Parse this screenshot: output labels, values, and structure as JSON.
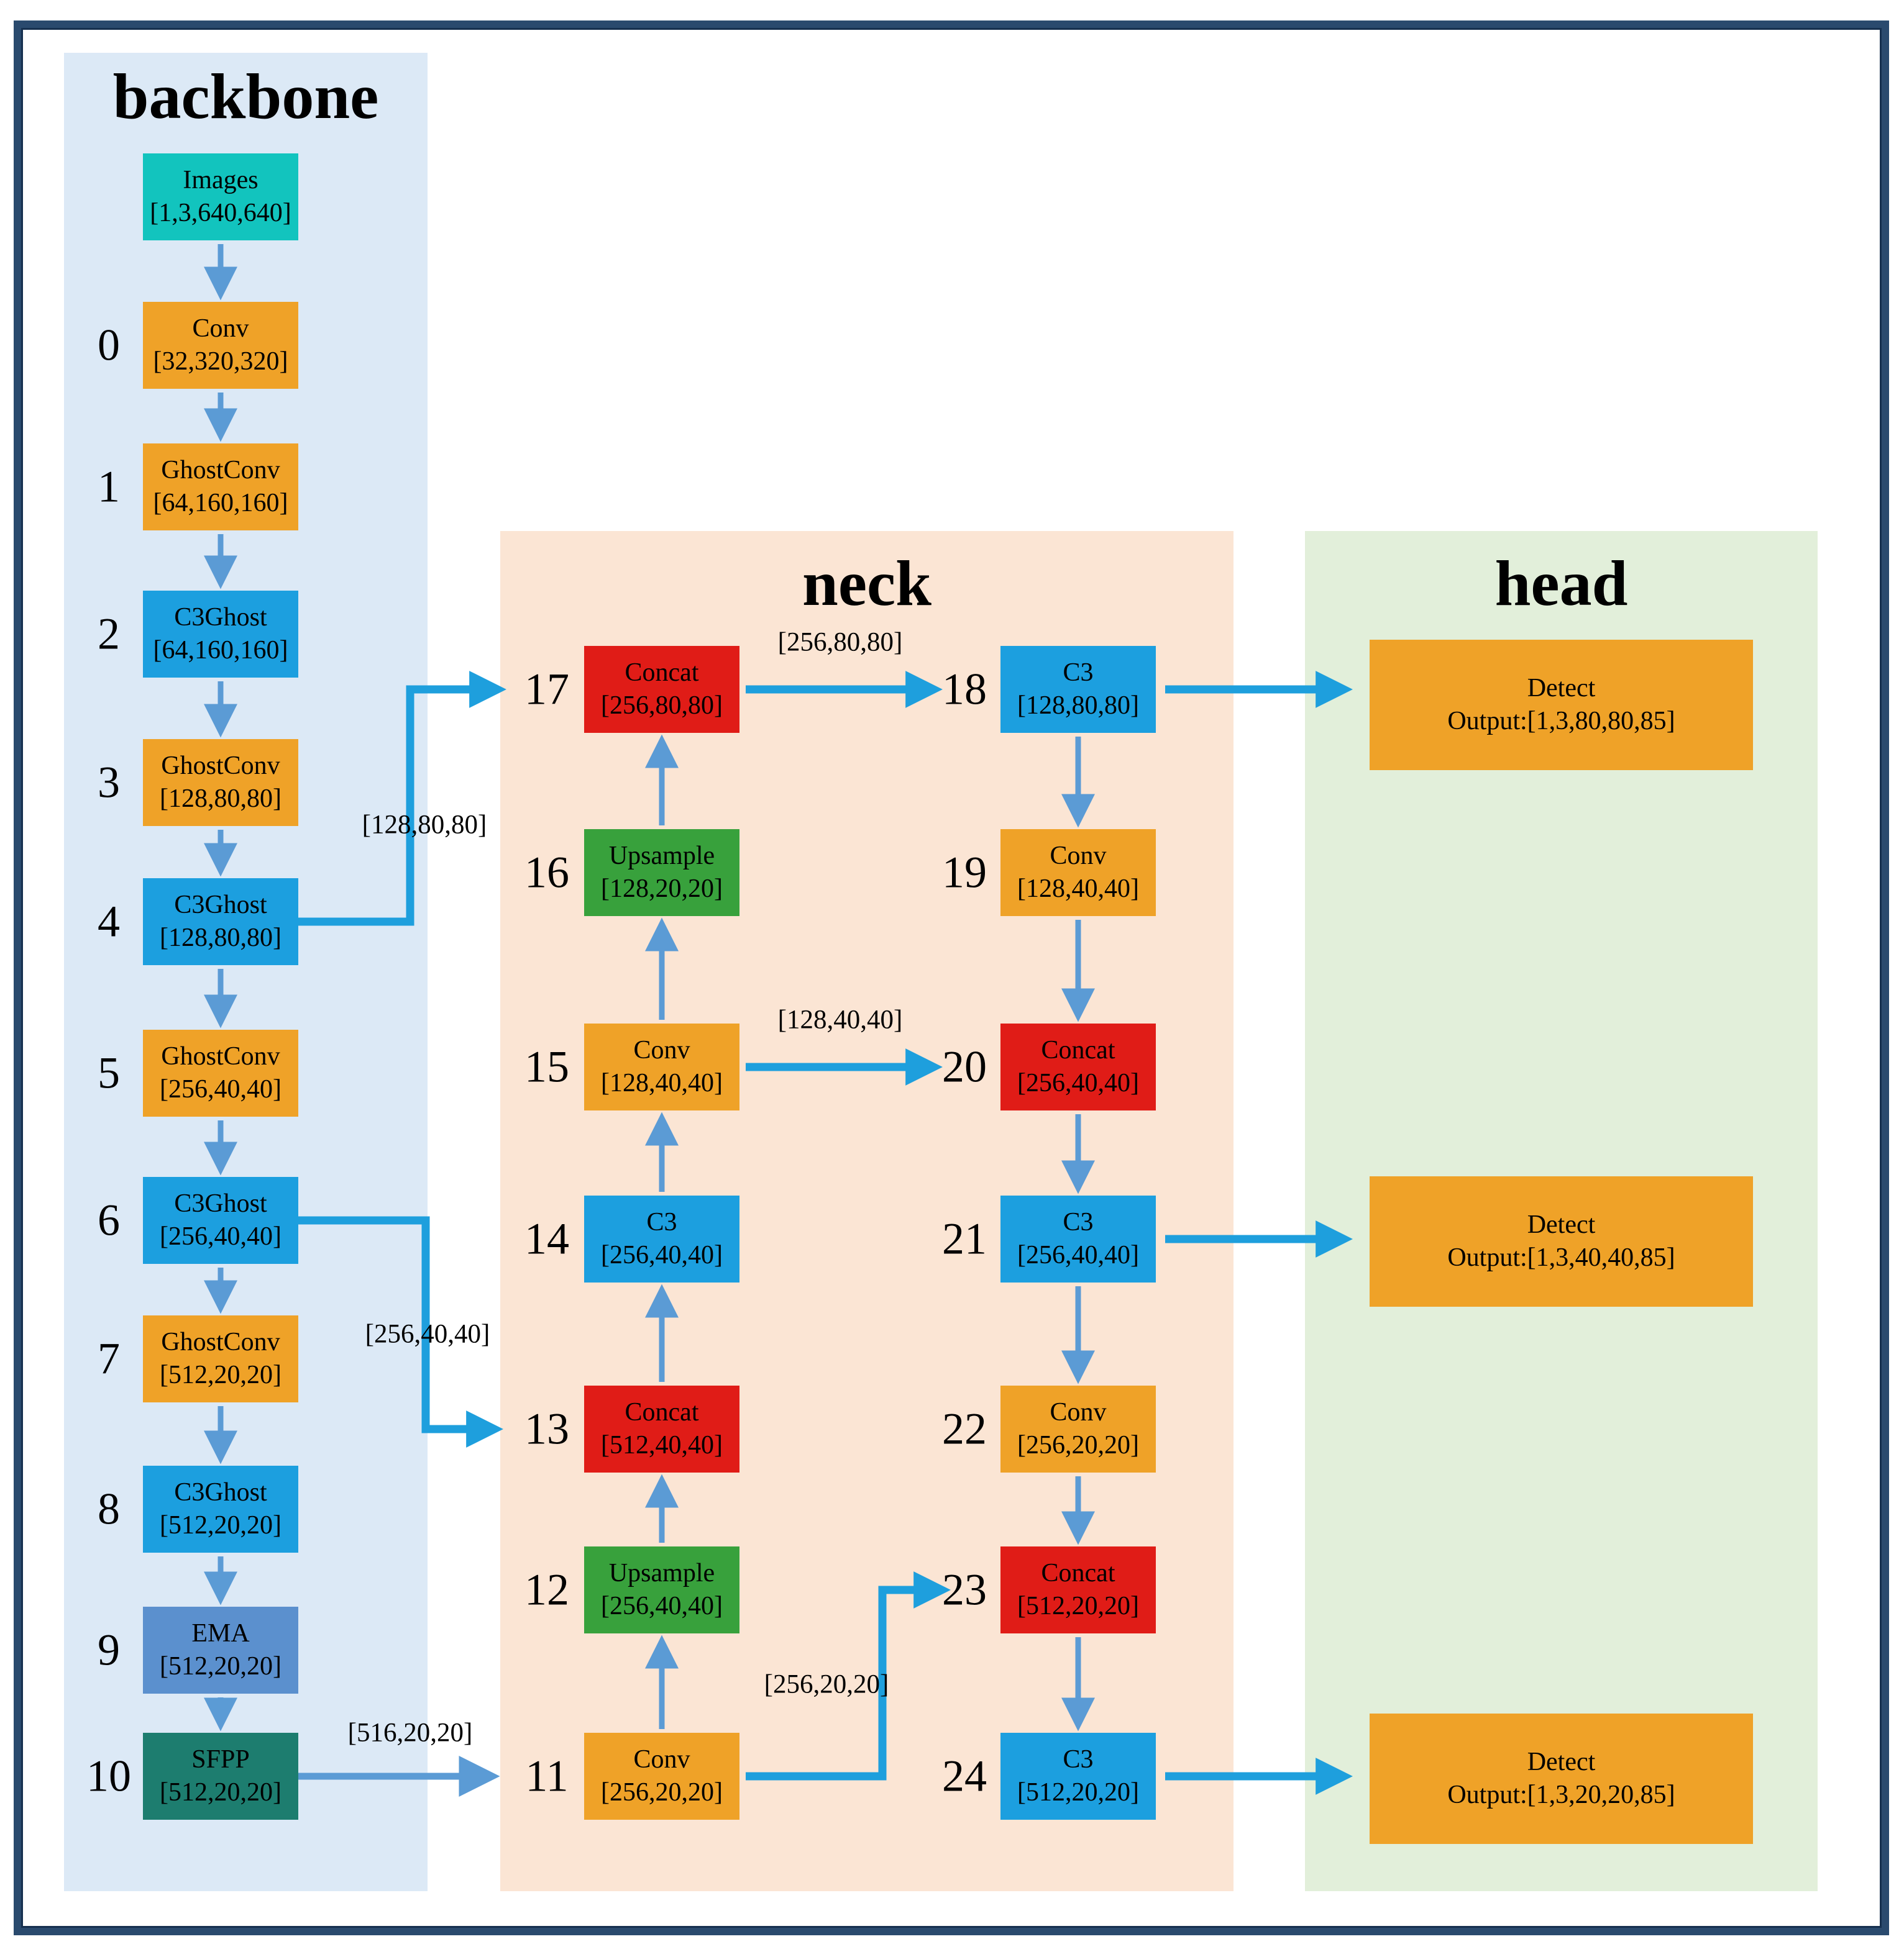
{
  "diagram": {
    "sections": [
      {
        "id": "backbone",
        "title": "backbone"
      },
      {
        "id": "neck",
        "title": "neck"
      },
      {
        "id": "head",
        "title": "head"
      }
    ],
    "nodes": [
      {
        "id": "images",
        "num": "",
        "label": "Images",
        "dims": "[1,3,640,640]",
        "type": "input"
      },
      {
        "id": "n0",
        "num": "0",
        "label": "Conv",
        "dims": "[32,320,320]",
        "type": "conv"
      },
      {
        "id": "n1",
        "num": "1",
        "label": "GhostConv",
        "dims": "[64,160,160]",
        "type": "conv"
      },
      {
        "id": "n2",
        "num": "2",
        "label": "C3Ghost",
        "dims": "[64,160,160]",
        "type": "c3"
      },
      {
        "id": "n3",
        "num": "3",
        "label": "GhostConv",
        "dims": "[128,80,80]",
        "type": "conv"
      },
      {
        "id": "n4",
        "num": "4",
        "label": "C3Ghost",
        "dims": "[128,80,80]",
        "type": "c3"
      },
      {
        "id": "n5",
        "num": "5",
        "label": "GhostConv",
        "dims": "[256,40,40]",
        "type": "conv"
      },
      {
        "id": "n6",
        "num": "6",
        "label": "C3Ghost",
        "dims": "[256,40,40]",
        "type": "c3"
      },
      {
        "id": "n7",
        "num": "7",
        "label": "GhostConv",
        "dims": "[512,20,20]",
        "type": "conv"
      },
      {
        "id": "n8",
        "num": "8",
        "label": "C3Ghost",
        "dims": "[512,20,20]",
        "type": "c3"
      },
      {
        "id": "n9",
        "num": "9",
        "label": "EMA",
        "dims": "[512,20,20]",
        "type": "ema"
      },
      {
        "id": "n10",
        "num": "10",
        "label": "SFPP",
        "dims": "[512,20,20]",
        "type": "sfpp"
      },
      {
        "id": "n11",
        "num": "11",
        "label": "Conv",
        "dims": "[256,20,20]",
        "type": "conv"
      },
      {
        "id": "n12",
        "num": "12",
        "label": "Upsample",
        "dims": "[256,40,40]",
        "type": "upsample"
      },
      {
        "id": "n13",
        "num": "13",
        "label": "Concat",
        "dims": "[512,40,40]",
        "type": "concat"
      },
      {
        "id": "n14",
        "num": "14",
        "label": "C3",
        "dims": "[256,40,40]",
        "type": "c3"
      },
      {
        "id": "n15",
        "num": "15",
        "label": "Conv",
        "dims": "[128,40,40]",
        "type": "conv"
      },
      {
        "id": "n16",
        "num": "16",
        "label": "Upsample",
        "dims": "[128,20,20]",
        "type": "upsample"
      },
      {
        "id": "n17",
        "num": "17",
        "label": "Concat",
        "dims": "[256,80,80]",
        "type": "concat"
      },
      {
        "id": "n18",
        "num": "18",
        "label": "C3",
        "dims": "[128,80,80]",
        "type": "c3"
      },
      {
        "id": "n19",
        "num": "19",
        "label": "Conv",
        "dims": "[128,40,40]",
        "type": "conv"
      },
      {
        "id": "n20",
        "num": "20",
        "label": "Concat",
        "dims": "[256,40,40]",
        "type": "concat"
      },
      {
        "id": "n21",
        "num": "21",
        "label": "C3",
        "dims": "[256,40,40]",
        "type": "c3"
      },
      {
        "id": "n22",
        "num": "22",
        "label": "Conv",
        "dims": "[256,20,20]",
        "type": "conv"
      },
      {
        "id": "n23",
        "num": "23",
        "label": "Concat",
        "dims": "[512,20,20]",
        "type": "concat"
      },
      {
        "id": "n24",
        "num": "24",
        "label": "C3",
        "dims": "[512,20,20]",
        "type": "c3"
      },
      {
        "id": "d80",
        "num": "",
        "label": "Detect",
        "dims": "Output:[1,3,80,80,85]",
        "type": "detect"
      },
      {
        "id": "d40",
        "num": "",
        "label": "Detect",
        "dims": "Output:[1,3,40,40,85]",
        "type": "detect"
      },
      {
        "id": "d20",
        "num": "",
        "label": "Detect",
        "dims": "Output:[1,3,20,20,85]",
        "type": "detect"
      }
    ],
    "edges": [
      {
        "id": "e-img-0",
        "from": "images",
        "to": "n0",
        "kind": "down",
        "label": ""
      },
      {
        "id": "e0-1",
        "from": "n0",
        "to": "n1",
        "kind": "down",
        "label": ""
      },
      {
        "id": "e1-2",
        "from": "n1",
        "to": "n2",
        "kind": "down",
        "label": ""
      },
      {
        "id": "e2-3",
        "from": "n2",
        "to": "n3",
        "kind": "down",
        "label": ""
      },
      {
        "id": "e3-4",
        "from": "n3",
        "to": "n4",
        "kind": "down",
        "label": ""
      },
      {
        "id": "e4-5",
        "from": "n4",
        "to": "n5",
        "kind": "down",
        "label": ""
      },
      {
        "id": "e5-6",
        "from": "n5",
        "to": "n6",
        "kind": "down",
        "label": ""
      },
      {
        "id": "e6-7",
        "from": "n6",
        "to": "n7",
        "kind": "down",
        "label": ""
      },
      {
        "id": "e7-8",
        "from": "n7",
        "to": "n8",
        "kind": "down",
        "label": ""
      },
      {
        "id": "e8-9",
        "from": "n8",
        "to": "n9",
        "kind": "down",
        "label": ""
      },
      {
        "id": "e9-10",
        "from": "n9",
        "to": "n10",
        "kind": "down",
        "label": ""
      },
      {
        "id": "e11-12",
        "from": "n11",
        "to": "n12",
        "kind": "up",
        "label": ""
      },
      {
        "id": "e12-13",
        "from": "n12",
        "to": "n13",
        "kind": "up",
        "label": ""
      },
      {
        "id": "e13-14",
        "from": "n13",
        "to": "n14",
        "kind": "up",
        "label": ""
      },
      {
        "id": "e14-15",
        "from": "n14",
        "to": "n15",
        "kind": "up",
        "label": ""
      },
      {
        "id": "e15-16",
        "from": "n15",
        "to": "n16",
        "kind": "up",
        "label": ""
      },
      {
        "id": "e16-17",
        "from": "n16",
        "to": "n17",
        "kind": "up",
        "label": ""
      },
      {
        "id": "e18-19",
        "from": "n18",
        "to": "n19",
        "kind": "down",
        "label": ""
      },
      {
        "id": "e19-20",
        "from": "n19",
        "to": "n20",
        "kind": "down",
        "label": ""
      },
      {
        "id": "e20-21",
        "from": "n20",
        "to": "n21",
        "kind": "down",
        "label": ""
      },
      {
        "id": "e21-22",
        "from": "n21",
        "to": "n22",
        "kind": "down",
        "label": ""
      },
      {
        "id": "e22-23",
        "from": "n22",
        "to": "n23",
        "kind": "down",
        "label": ""
      },
      {
        "id": "e23-24",
        "from": "n23",
        "to": "n24",
        "kind": "down",
        "label": ""
      },
      {
        "id": "e4-17",
        "from": "n4",
        "to": "n17",
        "kind": "link",
        "label": "[128,80,80]"
      },
      {
        "id": "e6-13",
        "from": "n6",
        "to": "n13",
        "kind": "link",
        "label": "[256,40,40]"
      },
      {
        "id": "e10-11",
        "from": "n10",
        "to": "n11",
        "kind": "link",
        "label": "[516,20,20]"
      },
      {
        "id": "e17-18",
        "from": "n17",
        "to": "n18",
        "kind": "link",
        "label": "[256,80,80]"
      },
      {
        "id": "e15-20",
        "from": "n15",
        "to": "n20",
        "kind": "link",
        "label": "[128,40,40]"
      },
      {
        "id": "e11-23",
        "from": "n11",
        "to": "n23",
        "kind": "link",
        "label": "[256,20,20]"
      },
      {
        "id": "e18-d80",
        "from": "n18",
        "to": "d80",
        "kind": "link",
        "label": ""
      },
      {
        "id": "e21-d40",
        "from": "n21",
        "to": "d40",
        "kind": "link",
        "label": ""
      },
      {
        "id": "e24-d20",
        "from": "n24",
        "to": "d20",
        "kind": "link",
        "label": ""
      }
    ],
    "colors": {
      "input": "#12c4be",
      "conv": "#efa228",
      "c3": "#1c9fdf",
      "concat": "#e01c17",
      "upsample": "#38a13c",
      "ema": "#5b90ce",
      "sfpp": "#1d7d6f",
      "detect": "#efa228",
      "arrow_steel": "#5b9bd5",
      "arrow_bright": "#1e9fdd",
      "panel_backbone": "#dce9f6",
      "panel_neck": "#fbe5d4",
      "panel_head": "#e2efda",
      "frame": "#2a4a6e"
    }
  }
}
